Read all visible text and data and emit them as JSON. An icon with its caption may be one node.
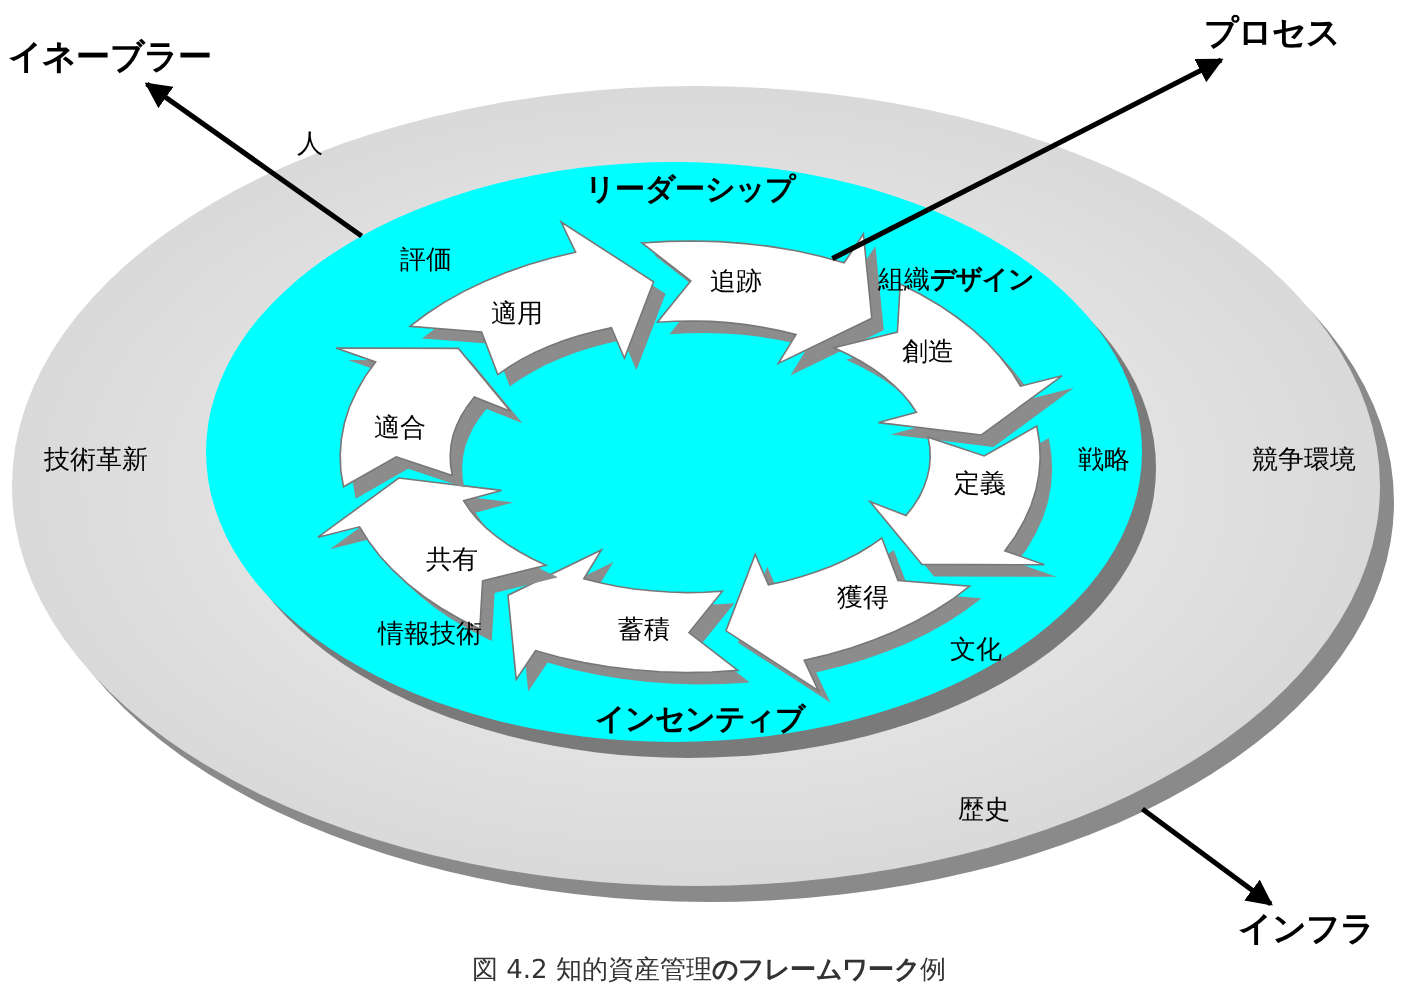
{
  "diagram": {
    "caption": "図 4.2 知的資産管理**のフレームワーク**例",
    "nodes": [
      {
        "text": [
          "人",
          "技術革新",
          "競争環境",
          "歴史"
        ]
      },
      {
        "text": [
          "リーダーシップ",
          "評価",
          "組織**デザイン**",
          "戦略",
          "文化",
          "インセンティブ",
          "情報技術"
        ],
        "in": 0
      },
      {
        "text": [
          "追跡"
        ],
        "in": 1
      },
      {
        "text": [
          "創造"
        ],
        "in": 1
      },
      {
        "text": [
          "定義"
        ],
        "in": 1
      },
      {
        "text": [
          "獲得"
        ],
        "in": 1
      },
      {
        "text": [
          "蓄積"
        ],
        "in": 1
      },
      {
        "text": [
          "共有"
        ],
        "in": 1
      },
      {
        "text": [
          "適合"
        ],
        "in": 1
      },
      {
        "text": [
          "適用"
        ],
        "in": 1
      },
      {
        "text": [
          "イネーブラー"
        ]
      },
      {
        "text": [
          "プロセス"
        ]
      },
      {
        "text": [
          "インフラ"
        ]
      }
    ],
    "edges": [
      {
        "from": 1,
        "to": 10,
        "arrow": "to"
      },
      {
        "from": 2,
        "to": 11,
        "arrow": "to"
      },
      {
        "from": 0,
        "to": 12,
        "arrow": "to"
      }
    ]
  }
}
